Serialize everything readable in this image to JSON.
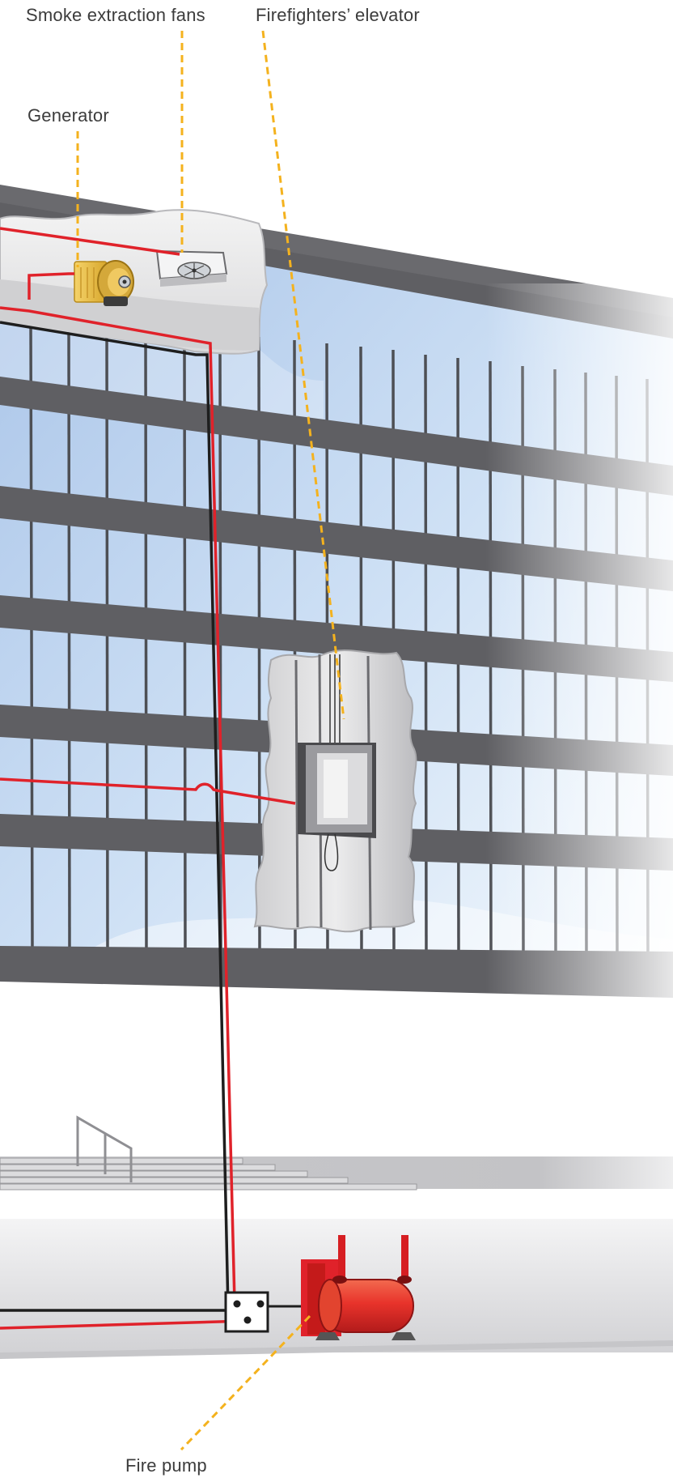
{
  "labels": {
    "smoke_fans": "Smoke extraction fans",
    "elevator": "Firefighters’ elevator",
    "generator": "Generator",
    "fire_pump": "Fire pump"
  },
  "colors": {
    "callout_line": "#f4b21e",
    "power_cable": "#e0222a",
    "control_cable": "#1e1e1e",
    "facade_dark": "#5f5f63",
    "glass_light": "#e6f2fc",
    "glass_blue": "#aec8ea",
    "generator_gold": "#e9bf45",
    "pump_red": "#e8332b"
  },
  "icons": [
    "fan-icon",
    "generator-icon",
    "elevator-car-icon",
    "fire-pump-icon",
    "junction-box-icon"
  ]
}
